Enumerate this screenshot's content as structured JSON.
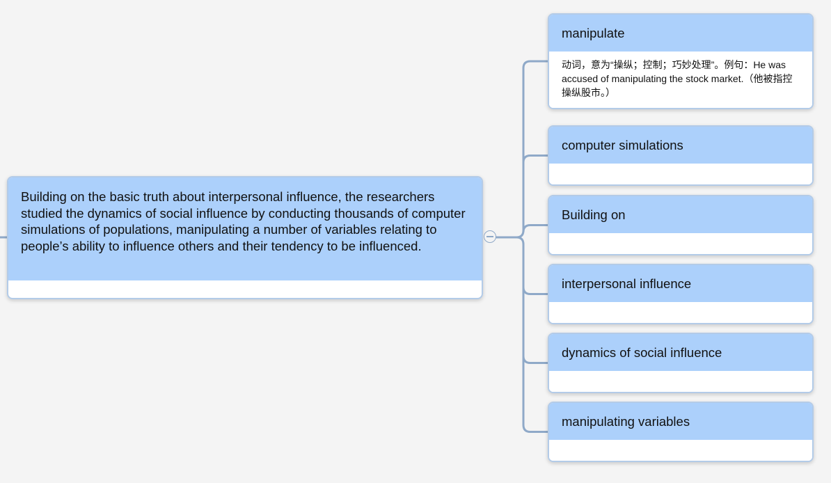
{
  "central_topic": {
    "text": "Building on the basic truth about interpersonal influence, the researchers studied the dynamics of social influence by conducting thousands of computer simulations of populations, manipulating a number of variables relating to people’s ability to influence others and their tendency to be influenced."
  },
  "children": [
    {
      "title": "manipulate",
      "note": "动词，意为“操纵；控制；巧妙处理”。例句：He was accused of manipulating the stock market.（他被指控操纵股市。）"
    },
    {
      "title": "computer simulations",
      "note": ""
    },
    {
      "title": "Building on",
      "note": ""
    },
    {
      "title": "interpersonal influence",
      "note": ""
    },
    {
      "title": "dynamics of social influence",
      "note": ""
    },
    {
      "title": "manipulating variables",
      "note": ""
    }
  ],
  "colors": {
    "topic_fill": "#acd0fb",
    "node_border": "#b3cbe8",
    "connector": "#8fa9c8",
    "background": "#f4f4f4"
  },
  "icons": {
    "collapse_toggle": "collapse-circle-minus-icon"
  }
}
